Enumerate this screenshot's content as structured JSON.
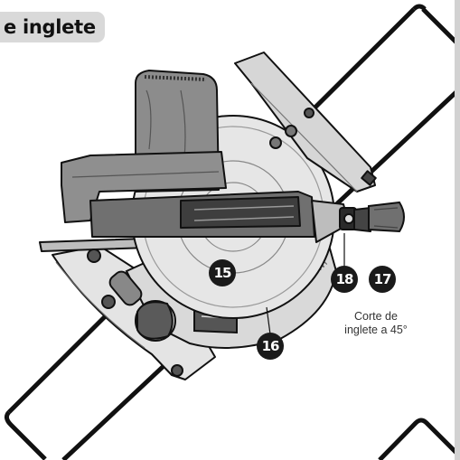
{
  "header": {
    "tab_label": "e inglete"
  },
  "callouts": [
    {
      "id": "c15",
      "label": "15"
    },
    {
      "id": "c16",
      "label": "16"
    },
    {
      "id": "c17",
      "label": "17"
    },
    {
      "id": "c18",
      "label": "18"
    }
  ],
  "caption": {
    "line1": "Corte de",
    "line2": "inglete a 45°"
  },
  "colors": {
    "tab_background": "#d9d9d9",
    "callout_fill": "#1a1a1a",
    "outline": "#111111",
    "metal_gray": "#8a8a8a",
    "dark_gray": "#4a4a4a",
    "light_gray": "#c8c8c8"
  }
}
